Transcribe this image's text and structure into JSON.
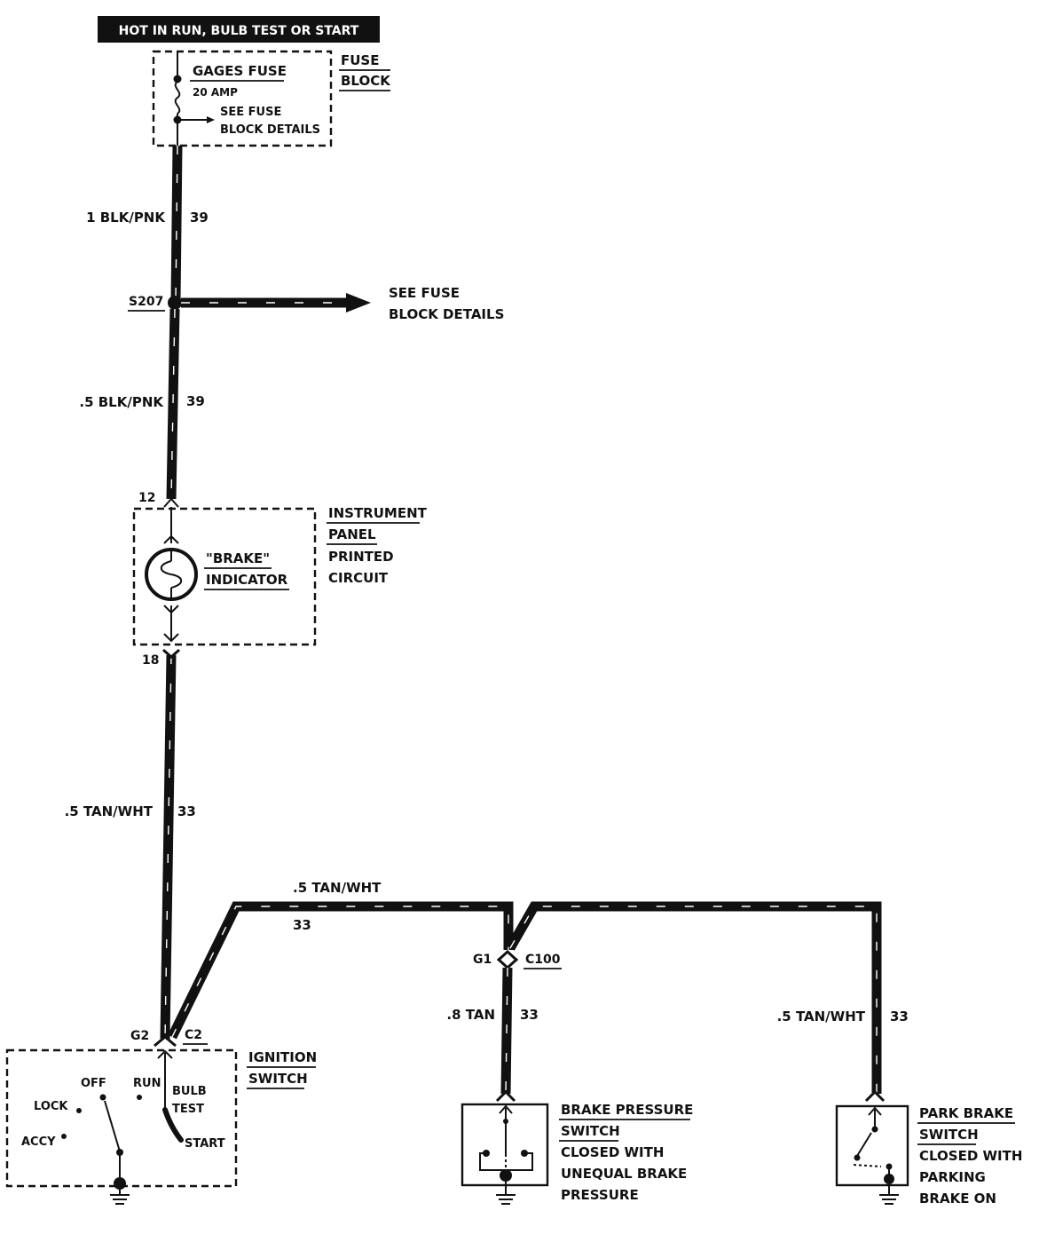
{
  "header": {
    "title": "HOT IN RUN, BULB TEST OR START"
  },
  "fuse_block": {
    "fuse_name": "GAGES FUSE",
    "rating": "20 AMP",
    "note_line1": "SEE FUSE",
    "note_line2": "BLOCK DETAILS",
    "label_line1": "FUSE",
    "label_line2": "BLOCK"
  },
  "wire_upper": {
    "gauge_color": "1 BLK/PNK",
    "circuit": "39"
  },
  "splice": {
    "id": "S207",
    "note_line1": "SEE FUSE",
    "note_line2": "BLOCK DETAILS"
  },
  "wire_mid": {
    "gauge_color": ".5 BLK/PNK",
    "circuit": "39"
  },
  "instrument_panel": {
    "pin_in": "12",
    "pin_out": "18",
    "indicator_line1": "\"BRAKE\"",
    "indicator_line2": "INDICATOR",
    "label_line1": "INSTRUMENT",
    "label_line2": "PANEL",
    "label_line3": "PRINTED",
    "label_line4": "CIRCUIT"
  },
  "wire_lower": {
    "gauge_color": ".5 TAN/WHT",
    "circuit": "33"
  },
  "wire_top_run": {
    "gauge_color": ".5 TAN/WHT",
    "circuit": "33"
  },
  "connector_c100": {
    "pin": "G1",
    "id": "C100"
  },
  "wire_brake_pressure": {
    "gauge_color": ".8 TAN",
    "circuit": "33"
  },
  "wire_park_brake": {
    "gauge_color": ".5 TAN/WHT",
    "circuit": "33"
  },
  "ignition_switch": {
    "pin": "G2",
    "connector": "C2",
    "label_line1": "IGNITION",
    "label_line2": "SWITCH",
    "pos_off": "OFF",
    "pos_run": "RUN",
    "pos_lock": "LOCK",
    "pos_accy": "ACCY",
    "pos_bulb_line1": "BULB",
    "pos_bulb_line2": "TEST",
    "pos_start": "START"
  },
  "brake_pressure_switch": {
    "label_line1": "BRAKE PRESSURE",
    "label_line2": "SWITCH",
    "desc_line1": "CLOSED WITH",
    "desc_line2": "UNEQUAL BRAKE",
    "desc_line3": "PRESSURE"
  },
  "park_brake_switch": {
    "label_line1": "PARK BRAKE",
    "label_line2": "SWITCH",
    "desc_line1": "CLOSED WITH",
    "desc_line2": "PARKING",
    "desc_line3": "BRAKE ON"
  },
  "colors": {
    "ink": "#111111",
    "paper": "#ffffff"
  }
}
